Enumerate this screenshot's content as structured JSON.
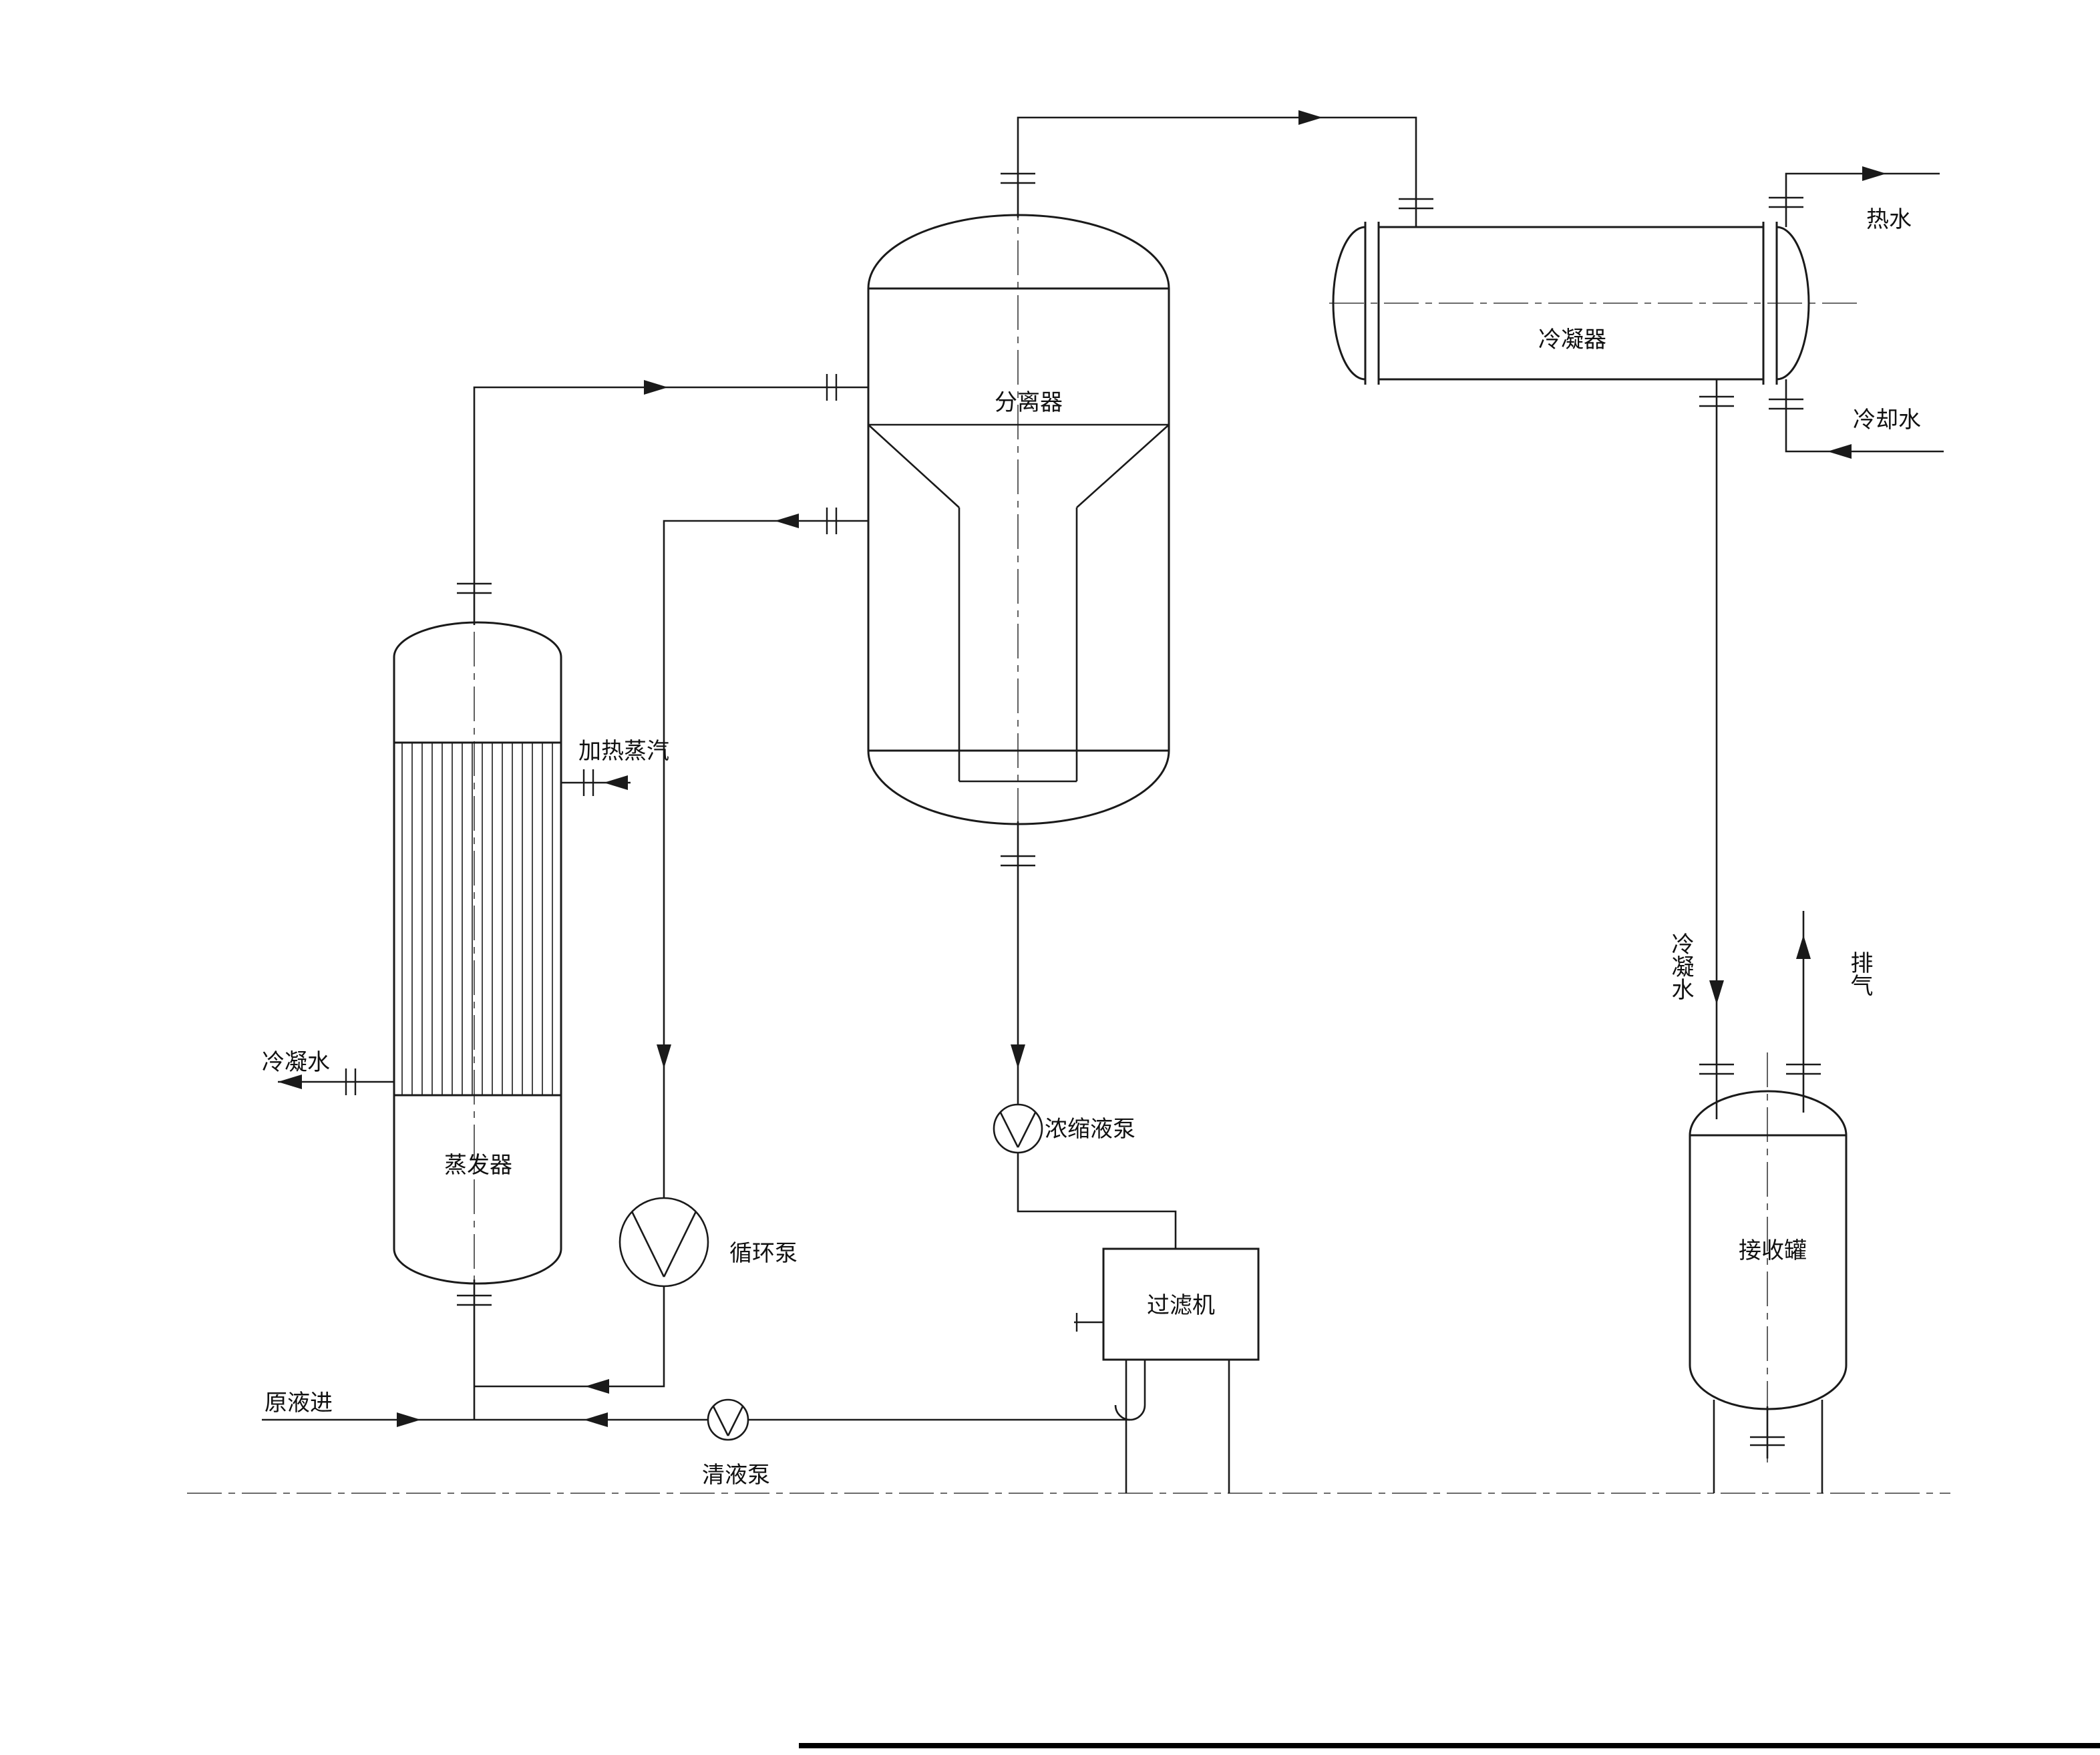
{
  "diagram": {
    "type": "process-flow-diagram",
    "language": "zh",
    "colors": {
      "line": "#1a1a1a",
      "background": "#ffffff"
    },
    "equipment": {
      "evaporator": {
        "label": "蒸发器"
      },
      "separator": {
        "label": "分离器"
      },
      "condenser": {
        "label": "冷凝器"
      },
      "receiving_tank": {
        "label": "接收罐"
      },
      "filter": {
        "label": "过滤机"
      },
      "circulation_pump": {
        "label": "循环泵"
      },
      "concentrate_pump": {
        "label": "浓缩液泵"
      },
      "clear_liquid_pump": {
        "label": "清液泵"
      }
    },
    "streams": {
      "hot_water": {
        "label": "热水"
      },
      "cooling_water": {
        "label": "冷却水"
      },
      "heating_steam": {
        "label": "加热蒸汽"
      },
      "condensate_water": {
        "label": "冷凝水"
      },
      "raw_feed_in": {
        "label": "原液进"
      },
      "condensate_to_tank": {
        "label": "冷凝水"
      },
      "vent": {
        "label": "排气"
      }
    }
  }
}
